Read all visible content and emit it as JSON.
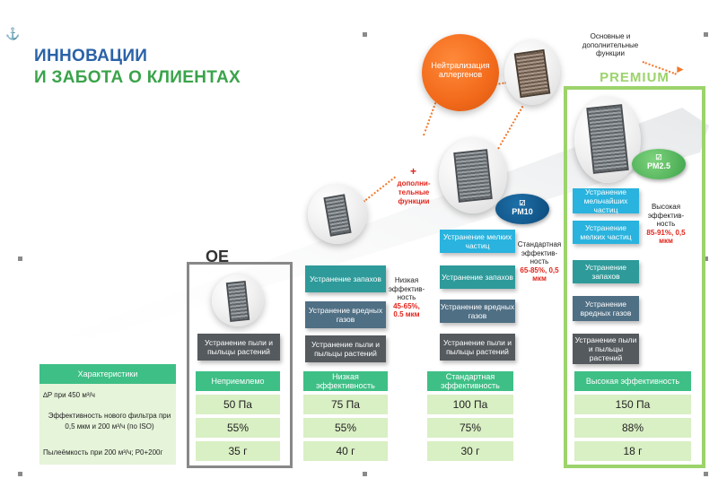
{
  "title": {
    "line1": "ИННОВАЦИИ",
    "line2": "И ЗАБОТА О КЛИЕНТАХ"
  },
  "colors": {
    "accent_green": "#3aa34a",
    "title_blue": "#2a62a8",
    "orange": "#f26a1b",
    "table_header": "#3ebf86",
    "table_cell": "#d9efc4"
  },
  "top": {
    "allergen": "Нейтрализация аллергенов",
    "plus": "+",
    "extra_functions": "дополни-тельные функции",
    "main_extra": "Основные и дополнительные функции"
  },
  "tiers": {
    "oe": {
      "title": "OE",
      "labels": [
        "Устранение пыли и пыльцы растений"
      ],
      "header": "Неприемлемо",
      "values": [
        "50 Па",
        "55%",
        "35 г"
      ]
    },
    "low": {
      "labels": [
        "Устранение запахов",
        "Устранение вредных газов",
        "Устранение пыли и пыльцы растений"
      ],
      "annot": "Низкая эффектив-ность",
      "annot_value": "45-65%, 0.5 мкм",
      "header": "Низкая эффективность",
      "values": [
        "75 Па",
        "55%",
        "40 г"
      ]
    },
    "std": {
      "badge": "PM10",
      "labels": [
        "Устранение мелких частиц",
        "Устранение запахов",
        "Устранение вредных газов",
        "Устранение пыли и пыльцы растений"
      ],
      "annot": "Стандартная эффектив-ность",
      "annot_value": "65-85%, 0,5 мкм",
      "header": "Стандартная эффективность",
      "values": [
        "100 Па",
        "75%",
        "30 г"
      ]
    },
    "premium": {
      "title": "PREMIUM",
      "badge": "PM2.5",
      "labels": [
        "Устранение мельчайших частиц",
        "Устранение мелких частиц",
        "Устранение запахов",
        "Устранение вредных газов",
        "Устранение пыли и пыльцы растений"
      ],
      "annot": "Высокая эффектив-ность",
      "annot_value": "85-91%, 0,5 мкм",
      "header": "Высокая эффективность",
      "values": [
        "150 Па",
        "88%",
        "18 г"
      ]
    }
  },
  "table": {
    "header": "Характеристики",
    "rows": [
      "∆P при 450 м³/ч",
      "Эффективность нового фильтра при 0,5 мкм и 200 м³/ч (по ISO)",
      "Пылеёмкость при 200 м³/ч; P0+200г"
    ]
  }
}
